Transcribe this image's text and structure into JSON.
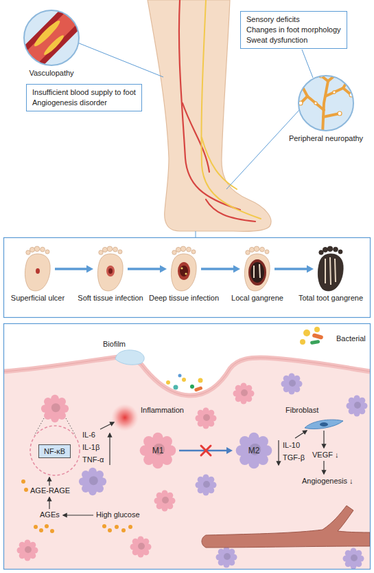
{
  "diagram": {
    "nodes": [
      {
        "text": [
          "Vasculopathy"
        ]
      },
      {
        "text": [
          "Insufficient blood supply to foot",
          "Angiogenesis disorder"
        ]
      },
      {
        "text": [
          "Sensory deficits",
          "Changes in foot morphology",
          "Sweat dysfunction"
        ]
      },
      {
        "text": [
          "Peripheral neuropathy"
        ]
      },
      {
        "text": [
          "Superficial ulcer"
        ]
      },
      {
        "text": [
          "Soft tissue infection"
        ]
      },
      {
        "text": [
          "Deep tissue infection"
        ]
      },
      {
        "text": [
          "Local gangrene"
        ]
      },
      {
        "text": [
          "Total toot gangrene"
        ]
      },
      {
        "text": [
          "NF-κB"
        ]
      },
      {
        "text": [
          "M1"
        ]
      },
      {
        "text": [
          "M2"
        ]
      }
    ],
    "edges": [
      {
        "from": 4,
        "to": 5,
        "arrow": "to"
      },
      {
        "from": 5,
        "to": 6,
        "arrow": "to"
      },
      {
        "from": 6,
        "to": 7,
        "arrow": "to"
      },
      {
        "from": 7,
        "to": 8,
        "arrow": "to"
      },
      {
        "from": 10,
        "to": 11,
        "arrow": "to"
      }
    ],
    "labels": [
      "Bacterial",
      "Biofilm",
      "Inflammation",
      "IL-6",
      "IL-1β",
      "TNF-α",
      "IL-10",
      "TGF-β",
      "Fibroblast",
      "VEGF ↓",
      "Angiogenesis ↓",
      "AGE-RAGE",
      "AGEs",
      "High glucose"
    ]
  }
}
